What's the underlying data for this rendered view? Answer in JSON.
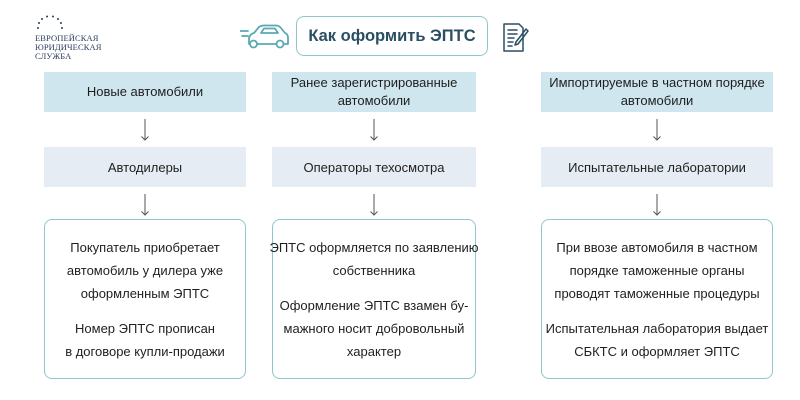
{
  "logo": {
    "lines": [
      "ЕВРОПЕЙСКАЯ",
      "ЮРИДИЧЕСКАЯ",
      "СЛУЖБА"
    ],
    "icon": "eu-stars-icon"
  },
  "header": {
    "title": "Как оформить ЭПТС",
    "left_icon": "car-icon",
    "right_icon": "document-edit-icon"
  },
  "columns": [
    {
      "category": "Новые автомобили",
      "operator": "Автодилеры",
      "paragraphs": [
        [
          "Покупатель приобретает",
          "автомобиль у дилера уже",
          "оформленным ЭПТС"
        ],
        [
          "Номер ЭПТС прописан",
          "в договоре купли-продажи"
        ]
      ]
    },
    {
      "category": "Ранее зарегистрированные автомобили",
      "operator": "Операторы техосмотра",
      "paragraphs": [
        [
          "ЭПТС оформляется по заявлению",
          "собственника"
        ],
        [
          "Оформление ЭПТС взамен бу-",
          "мажного носит добровольный",
          "характер"
        ]
      ]
    },
    {
      "category": "Импортируемые в частном порядке автомобили",
      "operator": "Испытательные лаборатории",
      "paragraphs": [
        [
          "При ввозе автомобиля в частном",
          "порядке таможенные органы",
          "проводят таможенные процедуры"
        ],
        [
          "Испытательная лаборатория выдает",
          "СБКТС и оформляет ЭПТС"
        ]
      ]
    }
  ],
  "colors": {
    "category_fill": "#cfe6ee",
    "operator_fill": "#e6ecf3",
    "accent_border": "#8cc8cc",
    "title_text": "#2a4f63"
  }
}
